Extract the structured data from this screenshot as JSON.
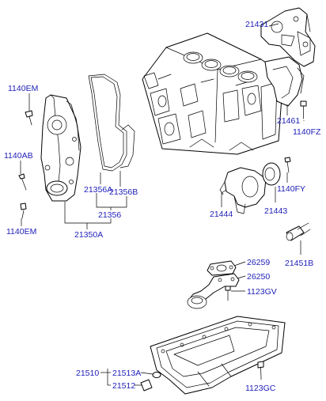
{
  "part_labels": {
    "l21431": "21431",
    "l1140em_top": "1140EM",
    "l21461": "21461",
    "l1140fz": "1140FZ",
    "l1140ab": "1140AB",
    "l21356a": "21356A",
    "l21356b": "21356B",
    "l21356": "21356",
    "l21350a": "21350A",
    "l1140em_bottom": "1140EM",
    "l1140fy": "1140FY",
    "l21444": "21444",
    "l21443": "21443",
    "l21451b": "21451B",
    "l26259": "26259",
    "l26250": "26250",
    "l1123gv": "1123GV",
    "l21510": "21510",
    "l21513a": "21513A",
    "l21512": "21512",
    "l1123gc": "1123GC"
  },
  "colors": {
    "label": "#1d1db8",
    "line": "#000000",
    "background": "#ffffff"
  }
}
